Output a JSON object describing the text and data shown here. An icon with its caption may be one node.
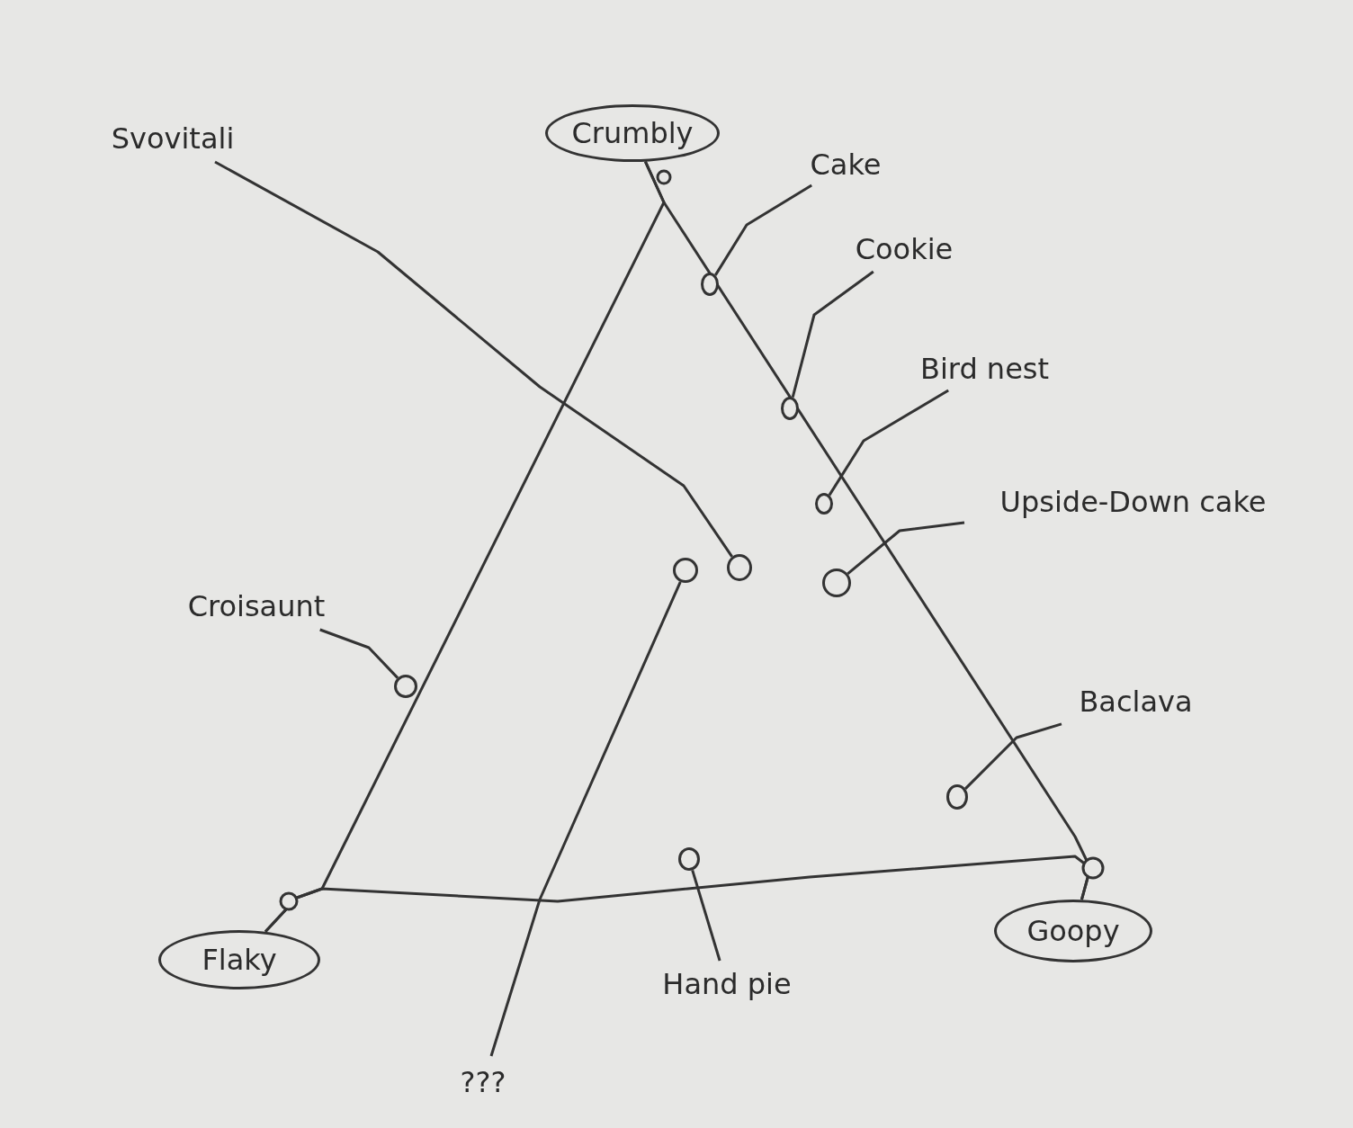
{
  "diagram": {
    "nodes": [
      {
        "text": [
          "Svovitali"
        ]
      },
      {
        "text": [
          "Crumbly"
        ]
      },
      {
        "text": [
          "Cake"
        ]
      },
      {
        "text": [
          "Cookie"
        ]
      },
      {
        "text": [],
        "shape": "circle"
      },
      {
        "text": [
          "Bird nest"
        ]
      },
      {
        "text": [],
        "shape": "circle"
      },
      {
        "text": [],
        "shape": "circle"
      },
      {
        "text": [
          "Upside-Down cake"
        ]
      },
      {
        "text": [],
        "shape": "circle"
      },
      {
        "text": [],
        "shape": "circle"
      },
      {
        "text": [],
        "shape": "circle"
      },
      {
        "text": [
          "Croisaunt"
        ]
      },
      {
        "text": [],
        "shape": "circle"
      },
      {
        "text": [
          "Baclava"
        ]
      },
      {
        "text": [],
        "shape": "circle"
      },
      {
        "text": [],
        "shape": "circle"
      },
      {
        "text": [
          "Flaky"
        ]
      },
      {
        "text": [
          "Goopy"
        ]
      },
      {
        "text": [
          "Hand pie"
        ]
      },
      {
        "text": [
          "???"
        ]
      }
    ],
    "edges": [
      {
        "from": 1,
        "to": 17,
        "arrow": "none"
      },
      {
        "from": 1,
        "to": 18,
        "arrow": "none"
      },
      {
        "from": 17,
        "to": 18,
        "arrow": "none"
      },
      {
        "from": 0,
        "to": 10,
        "arrow": "none"
      },
      {
        "from": 2,
        "to": 4,
        "arrow": "none"
      },
      {
        "from": 3,
        "to": 6,
        "arrow": "none"
      },
      {
        "from": 5,
        "to": 7,
        "arrow": "none"
      },
      {
        "from": 8,
        "to": 11,
        "arrow": "none"
      },
      {
        "from": 12,
        "to": 13,
        "arrow": "none"
      },
      {
        "from": 14,
        "to": 15,
        "arrow": "none"
      },
      {
        "from": 19,
        "to": 16,
        "arrow": "none"
      },
      {
        "from": 20,
        "to": 9,
        "arrow": "none"
      }
    ]
  }
}
